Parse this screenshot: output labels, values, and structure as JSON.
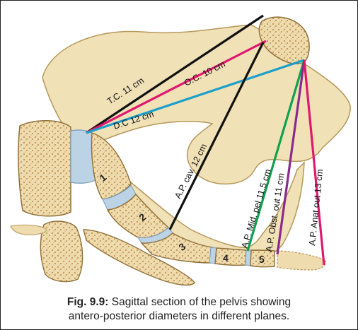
{
  "figure": {
    "caption_label": "Fig. 9.9:",
    "caption_line1": "Sagittal section of the pelvis showing",
    "caption_line2": "antero-posterior diameters in different planes."
  },
  "diameters": {
    "tc": "T.C. 11 cm",
    "oc": "O.C. 10 cm",
    "dc": "D.C 12 cm",
    "ap_cav": "A.P. cav. 12 cm",
    "ap_mid": "A.P. Mid. pel 11.5 cm",
    "ap_obst": "A.P. Obst. out 11 cm",
    "ap_anat": "A.P. Anat out 13 cm"
  },
  "vertebrae": [
    "1",
    "2",
    "3",
    "4",
    "5"
  ],
  "colors": {
    "bone": "#f0dfb5",
    "bone_edge": "#b5975a",
    "marrow": "#c8a46b",
    "disc": "#bcd3e6",
    "tc_line": "#111111",
    "oc_line": "#e0186f",
    "dc_line": "#1a9fcb",
    "ap_cav_line": "#111111",
    "ap_mid_line": "#10a050",
    "ap_obst_line": "#8a2a8c",
    "ap_anat_line": "#e0186f"
  }
}
